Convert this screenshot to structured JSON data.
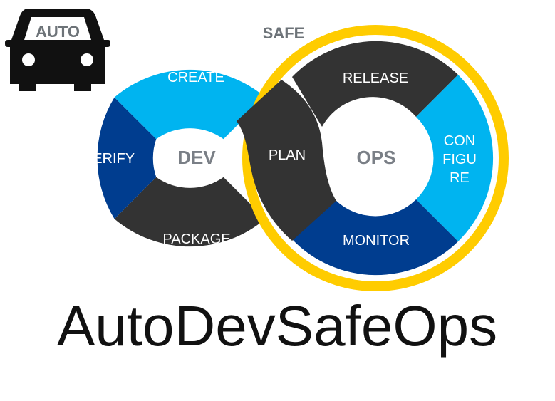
{
  "safe_label": "SAFE",
  "auto_label": "AUTO",
  "title": "AutoDevSafeOps",
  "dev_loop": {
    "center": "DEV",
    "create": "CREATE",
    "verify": "VERIFY",
    "package": "PACKAGE"
  },
  "plan_label": "PLAN",
  "ops_loop": {
    "center": "OPS",
    "release": "RELEASE",
    "configure_lines": [
      "CON",
      "FIGU",
      "RE"
    ],
    "monitor": "MONITOR"
  },
  "colors": {
    "light_blue": "#00b4f0",
    "dark_blue": "#003d8f",
    "dark_gray": "#333333",
    "yellow": "#ffcc00",
    "center_text": "#7a7f86"
  },
  "icons": {
    "car": "car-icon"
  }
}
